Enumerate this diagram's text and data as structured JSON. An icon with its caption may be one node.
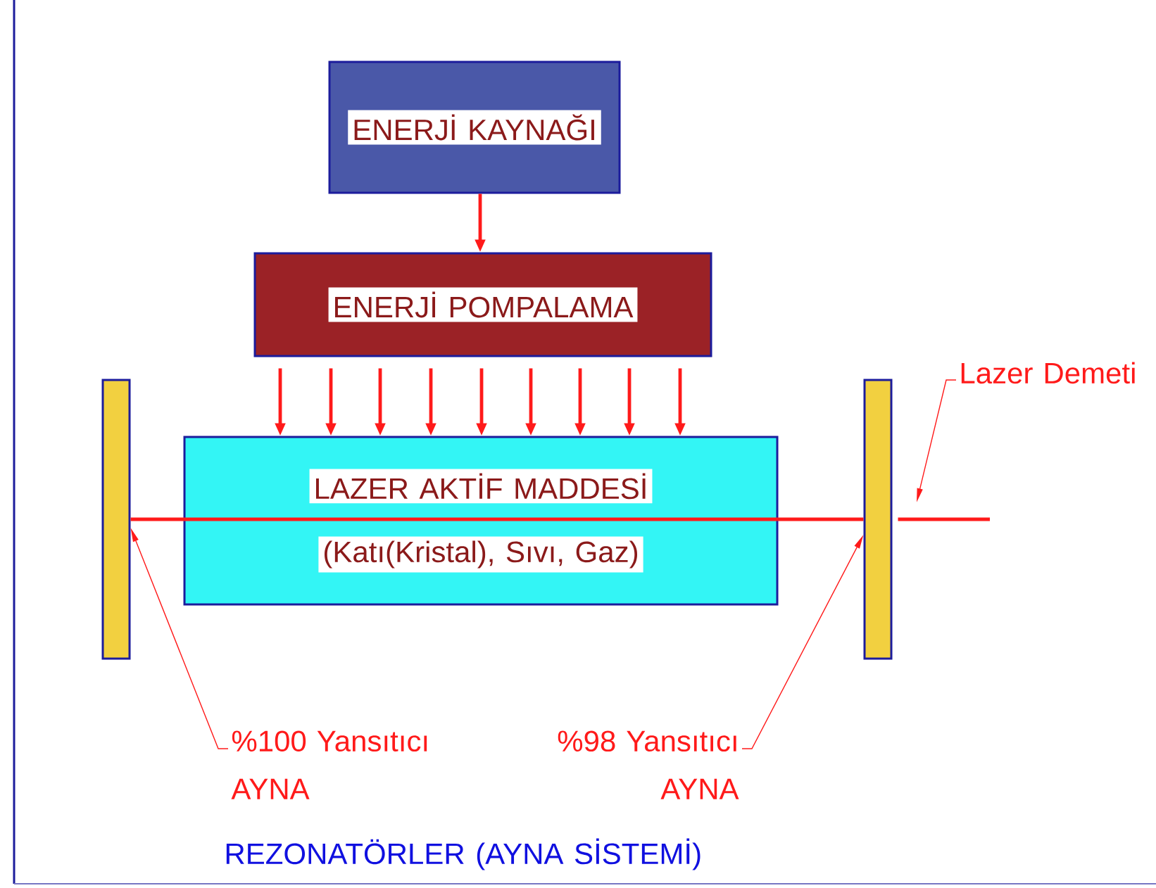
{
  "diagram": {
    "nodes": [
      {
        "text": [
          "ENERJİ KAYNAĞI"
        ]
      },
      {
        "text": [
          "ENERJİ POMPALAMA"
        ]
      },
      {
        "text": [
          "LAZER AKTİF MADDESİ",
          "(Katı(Kristal), Sıvı, Gaz)"
        ]
      },
      {
        "text": [],
        "shape": "bar"
      },
      {
        "text": [],
        "shape": "bar"
      },
      {
        "text": [
          "%100 Yansıtıcı AYNA"
        ]
      },
      {
        "text": [
          "%98 Yansıtıcı AYNA"
        ]
      },
      {
        "text": [
          "Lazer Demeti"
        ]
      }
    ],
    "edges": [
      {
        "from": 0,
        "to": 1,
        "arrow": "to"
      },
      {
        "from": 1,
        "to": 2,
        "arrow": "to"
      },
      {
        "from": 1,
        "to": 2,
        "arrow": "to"
      },
      {
        "from": 1,
        "to": 2,
        "arrow": "to"
      },
      {
        "from": 1,
        "to": 2,
        "arrow": "to"
      },
      {
        "from": 1,
        "to": 2,
        "arrow": "to"
      },
      {
        "from": 1,
        "to": 2,
        "arrow": "to"
      },
      {
        "from": 1,
        "to": 2,
        "arrow": "to"
      },
      {
        "from": 1,
        "to": 2,
        "arrow": "to"
      },
      {
        "from": 1,
        "to": 2,
        "arrow": "to"
      },
      {
        "from": 5,
        "to": 3,
        "arrow": "to"
      },
      {
        "from": 6,
        "to": 4,
        "arrow": "to"
      },
      {
        "from": 7,
        "to": null,
        "arrow": "to"
      }
    ],
    "labels": [
      "REZONATÖRLER (AYNA SİSTEMİ)"
    ]
  }
}
